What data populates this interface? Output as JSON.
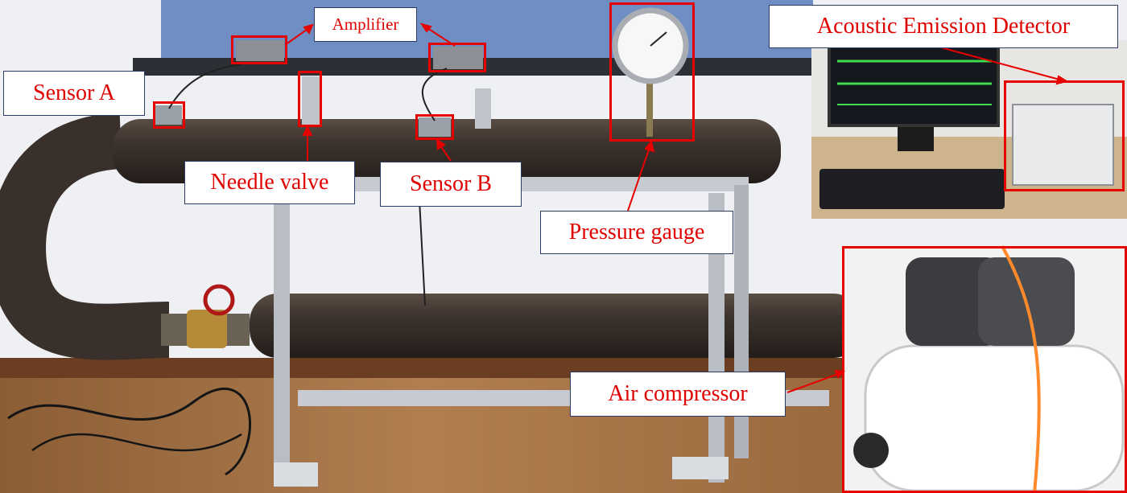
{
  "labels": {
    "sensor_a": "Sensor A",
    "amplifier": "Amplifier",
    "needle_valve": "Needle valve",
    "sensor_b": "Sensor B",
    "pressure_gauge": "Pressure gauge",
    "acoustic_emission_detector": "Acoustic Emission Detector",
    "air_compressor": "Air compressor"
  },
  "colors": {
    "annotation": "#e60000",
    "label_border": "#2b3a67",
    "wall": "#f2f3f5",
    "pipe": "#3d3530",
    "floor": "#a8774a",
    "frame": "#c8cbd0"
  }
}
